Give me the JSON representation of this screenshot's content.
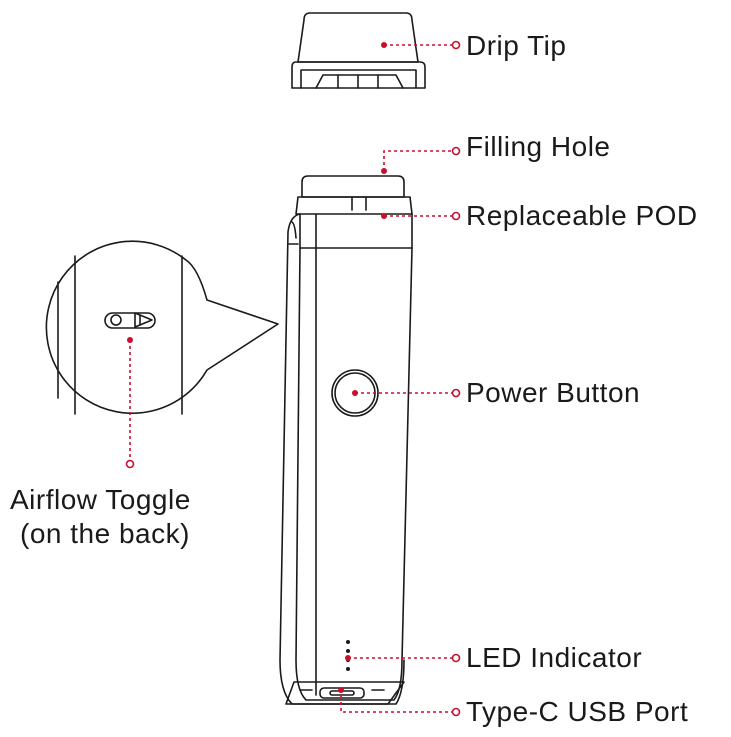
{
  "labels": {
    "drip_tip": "Drip Tip",
    "filling_hole": "Filling Hole",
    "replaceable_pod": "Replaceable POD",
    "power_button": "Power Button",
    "airflow_toggle_line1": "Airflow Toggle",
    "airflow_toggle_line2": "(on the back)",
    "led_indicator": "LED Indicator",
    "usb_port": "Type-C USB Port"
  },
  "colors": {
    "line_art": "#1a1a1a",
    "callout": "#c8102e",
    "background": "#ffffff"
  }
}
